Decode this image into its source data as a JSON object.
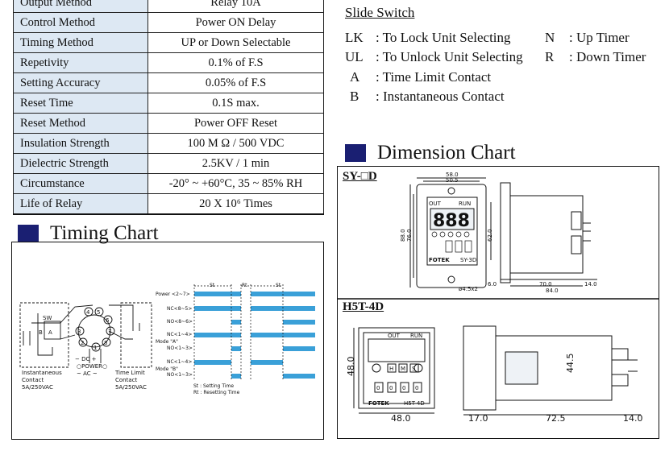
{
  "spec_table": [
    {
      "key": "Output Method",
      "value": "Relay 10A"
    },
    {
      "key": "Control Method",
      "value": "Power ON Delay"
    },
    {
      "key": "Timing Method",
      "value": "UP or Down Selectable"
    },
    {
      "key": "Repetivity",
      "value": "0.1% of F.S"
    },
    {
      "key": "Setting Accuracy",
      "value": "0.05% of F.S"
    },
    {
      "key": "Reset Time",
      "value": "0.1S max."
    },
    {
      "key": "Reset Method",
      "value": "Power OFF Reset"
    },
    {
      "key": "Insulation Strength",
      "value": "100 M Ω / 500 VDC"
    },
    {
      "key": "Dielectric Strength",
      "value": "2.5KV / 1 min"
    },
    {
      "key": "Circumstance",
      "value": "-20° ~ +60°C, 35 ~ 85% RH"
    },
    {
      "key": "Life of Relay",
      "value": "20 X 10⁶ Times"
    }
  ],
  "timing_title": "Timing Chart",
  "dimension_title": "Dimension Chart",
  "slide_switch": {
    "heading": "Slide Switch",
    "rows": [
      {
        "a": "LK",
        "b": "To Lock Unit Selecting",
        "c": "N",
        "d": "Up Timer"
      },
      {
        "a": "UL",
        "b": "To Unlock Unit Selecting",
        "c": "R",
        "d": "Down Timer"
      },
      {
        "a": "A",
        "b": "Time  Limit  Contact",
        "c": "",
        "d": ""
      },
      {
        "a": "B",
        "b": "Instantaneous  Contact",
        "c": "",
        "d": ""
      }
    ]
  },
  "wiring": {
    "sw": "SW",
    "b": "B",
    "a": "A",
    "dc": "− DC +",
    "power": "○POWER○",
    "ac": "~ AC ~",
    "inst1": "Instantaneous",
    "inst2": "Contact",
    "inst3": "5A/250VAC",
    "tl1": "Time Limit",
    "tl2": "Contact",
    "tl3": "5A/250VAC",
    "pins": [
      "1",
      "2",
      "3",
      "4",
      "5",
      "6",
      "7",
      "8"
    ]
  },
  "timing": {
    "labels": [
      "Power <2~7>",
      "NC<8~5>",
      "NO<8~6>",
      "NC<1~4>",
      "NO<1~3>",
      "NC<1~4>",
      "NO<1~3>"
    ],
    "mode_a": "Mode \"A\"",
    "mode_b": "Mode \"B\"",
    "st": "St",
    "rt": "Rt",
    "legend1": "St : Setting Time",
    "legend2": "Rt : Resetting Time"
  },
  "sy": {
    "label": "SY-□D",
    "d58": "58.0",
    "d505": "50.5",
    "d880": "88.0",
    "d760": "76.0",
    "d620": "62.0",
    "d60": "6.0",
    "d700": "70.0",
    "d840": "84.0",
    "d140": "14.0",
    "hole": "ø4.5x2",
    "display": "888",
    "out": "OUT",
    "run": "RUN",
    "brand": "FOTEK",
    "model": "SY-3D"
  },
  "h5t": {
    "label": "H5T-4D",
    "d480": "48.0",
    "d480b": "48.0",
    "d445": "44.5",
    "d170": "17.0",
    "d725": "72.5",
    "d140": "14.0",
    "out": "OUT",
    "run": "RUN",
    "keys": [
      "H",
      "M",
      "S"
    ],
    "digits": [
      "0",
      "0",
      "0",
      "0"
    ],
    "brand": "FOTEK",
    "model": "H5T-4D"
  }
}
